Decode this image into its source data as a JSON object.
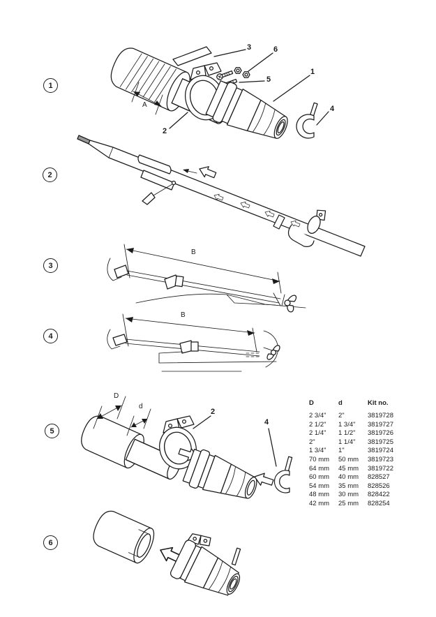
{
  "figure": {
    "steps": [
      {
        "number": "1"
      },
      {
        "number": "2"
      },
      {
        "number": "3"
      },
      {
        "number": "4"
      },
      {
        "number": "5"
      },
      {
        "number": "6"
      }
    ]
  },
  "step1": {
    "parts": {
      "seal_housing": "1",
      "clamp": "2",
      "gasket_strip": "3",
      "end_clip": "4",
      "screws": "5",
      "nuts": "6"
    },
    "dim_a": "A"
  },
  "step3": {
    "dim_b": "B"
  },
  "step4": {
    "dim_b": "B"
  },
  "step5": {
    "parts": {
      "clamp": "2",
      "end_clip": "4"
    },
    "dim_outer": "D",
    "dim_inner": "d"
  },
  "table": {
    "headers": {
      "outer": "D",
      "inner": "d",
      "kit": "Kit no."
    },
    "rows": [
      {
        "D": "2 3/4\"",
        "d": "2\"",
        "kit": "3819728"
      },
      {
        "D": "2 1/2\"",
        "d": "1 3/4\"",
        "kit": "3819727"
      },
      {
        "D": "2 1/4\"",
        "d": "1 1/2\"",
        "kit": "3819726"
      },
      {
        "D": "2\"",
        "d": "1 1/4\"",
        "kit": "3819725"
      },
      {
        "D": "1 3/4\"",
        "d": "1\"",
        "kit": "3819724"
      },
      {
        "D": "70 mm",
        "d": "50 mm",
        "kit": "3819723"
      },
      {
        "D": "64 mm",
        "d": "45 mm",
        "kit": "3819722"
      },
      {
        "D": "60 mm",
        "d": "40 mm",
        "kit": "828527"
      },
      {
        "D": "54 mm",
        "d": "35 mm",
        "kit": "828526"
      },
      {
        "D": "48 mm",
        "d": "30 mm",
        "kit": "828422"
      },
      {
        "D": "42 mm",
        "d": "25 mm",
        "kit": "828254"
      }
    ]
  }
}
